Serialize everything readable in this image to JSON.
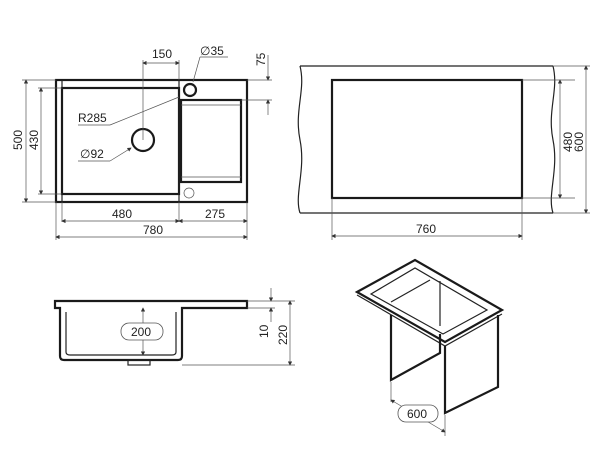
{
  "top_view": {
    "width_total": "780",
    "bowl_width": "480",
    "drainboard_width": "275",
    "depth_total": "500",
    "bowl_depth": "430",
    "drain_offset": "150",
    "tap_hole": "∅35",
    "tap_offset": "75",
    "radius": "R285",
    "drain_diameter": "∅92"
  },
  "cutout_view": {
    "cutout_width": "760",
    "cutout_depth": "480",
    "cabinet_depth": "600"
  },
  "side_view": {
    "bowl_depth": "200",
    "flange": "10",
    "total_height": "220"
  },
  "iso_view": {
    "cabinet_width": "600"
  },
  "colors": {
    "line": "#1a1a1a",
    "dim": "#555555"
  }
}
